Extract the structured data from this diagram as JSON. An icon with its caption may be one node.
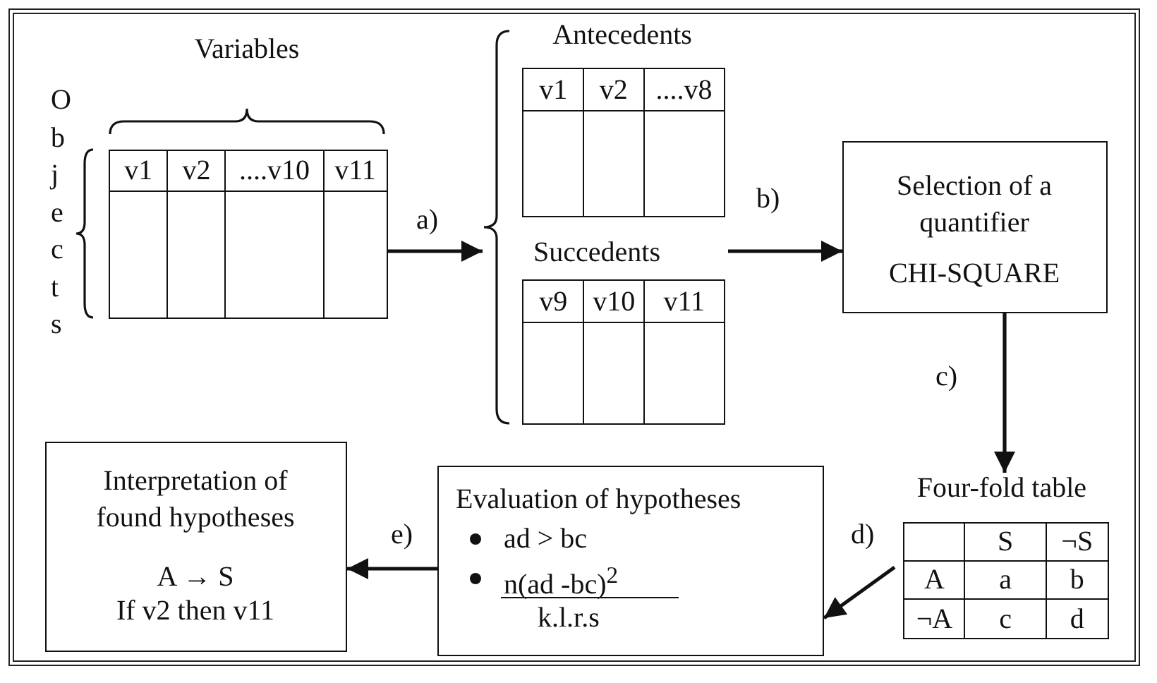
{
  "diagram": {
    "nodes": [
      {
        "text": [
          "Variables",
          "Objects",
          "v1",
          "v2",
          "....v10",
          "v11"
        ]
      },
      {
        "text": [],
        "shape": "brace"
      },
      {
        "text": [
          "Antecedents",
          "v1",
          "v2",
          "....v8"
        ],
        "in": 1
      },
      {
        "text": [
          "Succedents",
          "v9",
          "v10",
          "v11"
        ],
        "in": 1
      },
      {
        "text": [
          "Selection of a quantifier",
          "CHI-SQUARE"
        ]
      },
      {
        "text": [
          "Four-fold table",
          "S",
          "¬S",
          "A",
          "a",
          "b",
          "¬A",
          "c",
          "d"
        ]
      },
      {
        "text": [
          "Evaluation of hypotheses",
          "ad > bc",
          "n(ad -bc)$^{2}$",
          "k.l.r.s"
        ]
      },
      {
        "text": [
          "Interpretation of found hypotheses",
          "A → S",
          "If v2 then v11"
        ]
      }
    ],
    "edges": [
      {
        "from": 0,
        "to": 1,
        "arrow": "to",
        "label": "a)"
      },
      {
        "from": 1,
        "to": 4,
        "arrow": "to",
        "label": "b)"
      },
      {
        "from": 4,
        "to": 5,
        "arrow": "to",
        "label": "c)"
      },
      {
        "from": 5,
        "to": 6,
        "arrow": "to",
        "label": "d)"
      },
      {
        "from": 6,
        "to": 7,
        "arrow": "to",
        "label": "e)"
      }
    ]
  }
}
